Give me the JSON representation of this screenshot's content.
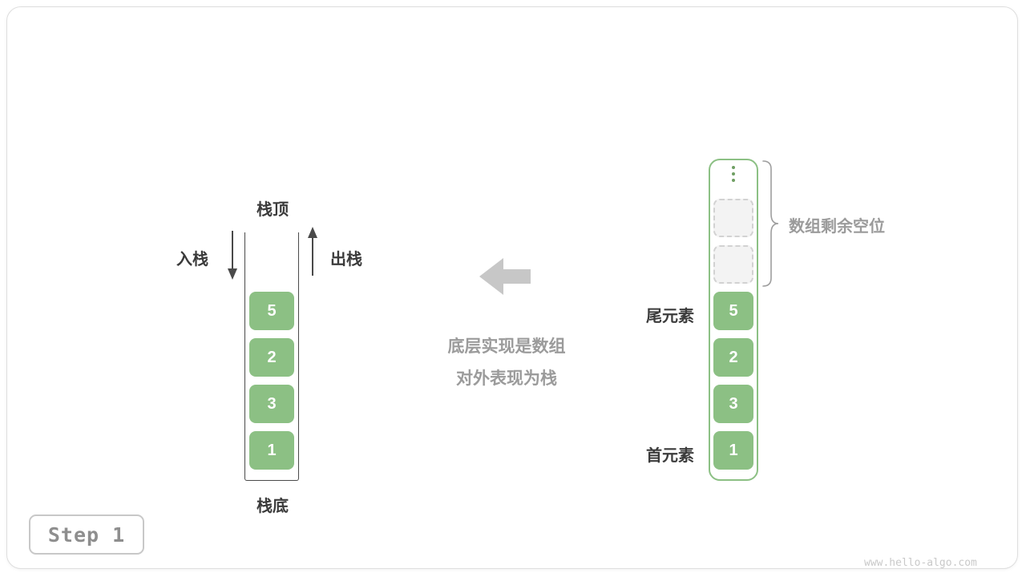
{
  "stack": {
    "top_label": "栈顶",
    "bottom_label": "栈底",
    "push_label": "入栈",
    "pop_label": "出栈",
    "values": [
      "5",
      "2",
      "3",
      "1"
    ]
  },
  "middle": {
    "line1": "底层实现是数组",
    "line2": "对外表现为栈"
  },
  "array": {
    "values": [
      "5",
      "2",
      "3",
      "1"
    ],
    "empty_slot_count": 2,
    "remaining_label": "数组剩余空位",
    "tail_label": "尾元素",
    "head_label": "首元素"
  },
  "footer": {
    "step_label": "Step 1",
    "watermark": "www.hello-algo.com"
  },
  "icons": {
    "push_arrow": "down-arrow",
    "pop_arrow": "up-arrow",
    "transform_arrow": "left-block-arrow",
    "ellipsis": "vertical-ellipsis",
    "brace": "right-curly-brace"
  },
  "colors": {
    "cell_green": "#8cc084",
    "dot_green": "#6f9f63",
    "dark_text": "#3b3b3b",
    "gray_text": "#9b9b9b",
    "arrow_gray": "#c7c7c7",
    "dashed_border": "#d2d2d2",
    "dashed_fill": "#f3f3f3",
    "outline_dark": "#4a4a4a",
    "step_text": "#8e8e8e",
    "step_border": "#c8c8c8",
    "watermark": "#c9c9c9",
    "card_border": "#dedede"
  }
}
